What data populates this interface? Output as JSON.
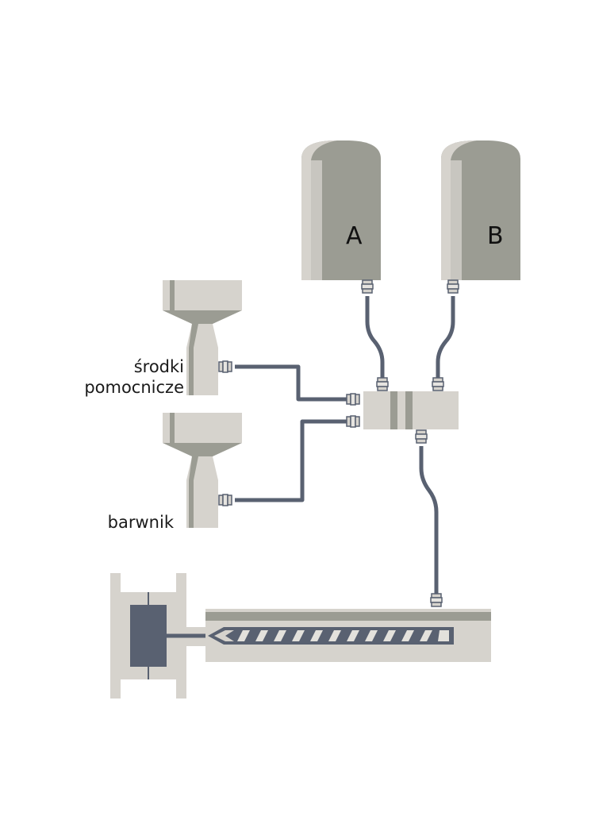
{
  "colors": {
    "body_gray": "#9b9c93",
    "light_gray": "#d6d3cd",
    "mid_gray": "#b8b6b0",
    "pipe": "#596171",
    "mold_core": "#596171",
    "text": "#1a1a1a"
  },
  "tanks": [
    {
      "label": "A"
    },
    {
      "label": "B"
    }
  ],
  "hoppers": [
    {
      "label_lines": [
        "środki",
        "pomocnicze"
      ]
    },
    {
      "label_lines": [
        "barwnik"
      ]
    }
  ]
}
